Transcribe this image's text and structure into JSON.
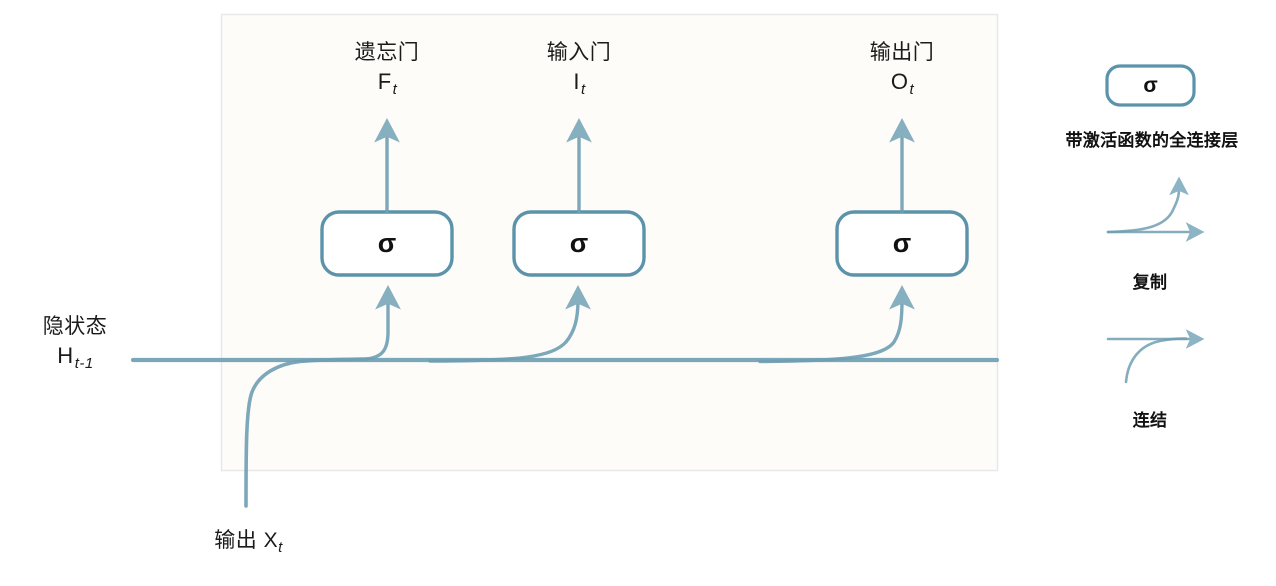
{
  "diagram": {
    "title": "LSTM gates diagram",
    "panel": {
      "fill": "#fdfcf9",
      "border": "#e6e6e6"
    },
    "stroke_color": "#6f9fb3",
    "text_color": "#1b1b1b",
    "gates": [
      {
        "name": "forget-gate",
        "title": "遗忘门",
        "symbol": "F",
        "subscript": "t",
        "activation": "σ"
      },
      {
        "name": "input-gate",
        "title": "输入门",
        "symbol": "I",
        "subscript": "t",
        "activation": "σ"
      },
      {
        "name": "output-gate",
        "title": "输出门",
        "symbol": "O",
        "subscript": "t",
        "activation": "σ"
      }
    ],
    "hidden_state": {
      "title": "隐状态",
      "symbol": "H",
      "subscript": "t-1"
    },
    "input": {
      "title": "输出",
      "symbol": "X",
      "subscript": "t"
    }
  },
  "legend": {
    "items": [
      {
        "name": "fc-layer",
        "glyph": "σ",
        "caption": "带激活函数的全连接层"
      },
      {
        "name": "copy",
        "caption": "复制"
      },
      {
        "name": "concat",
        "caption": "连结"
      }
    ]
  }
}
